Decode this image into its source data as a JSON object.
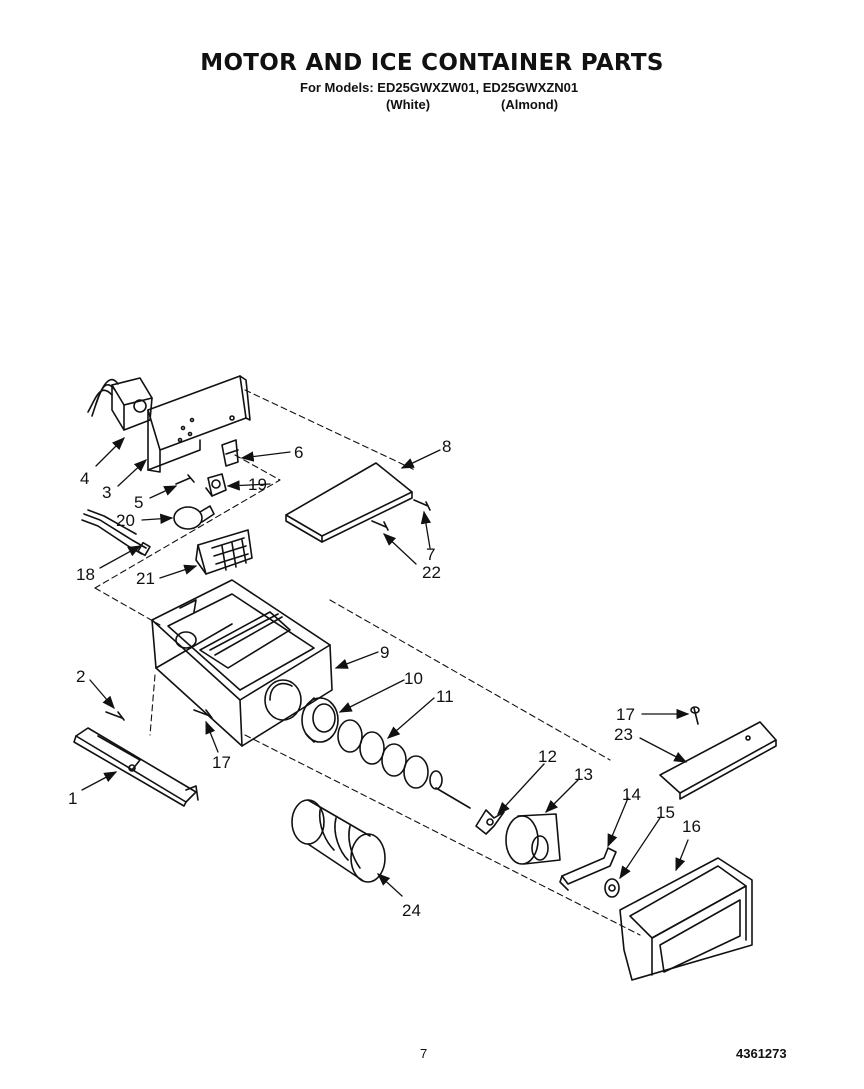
{
  "header": {
    "title": "MOTOR AND ICE CONTAINER PARTS",
    "models_line": "For Models: ED25GWXZW01, ED25GWXZN01",
    "color_white": "(White)",
    "color_almond": "(Almond)"
  },
  "callouts": [
    {
      "id": "c1",
      "label": "1"
    },
    {
      "id": "c2",
      "label": "2"
    },
    {
      "id": "c3",
      "label": "3"
    },
    {
      "id": "c4",
      "label": "4"
    },
    {
      "id": "c5",
      "label": "5"
    },
    {
      "id": "c6",
      "label": "6"
    },
    {
      "id": "c7",
      "label": "7"
    },
    {
      "id": "c8",
      "label": "8"
    },
    {
      "id": "c9",
      "label": "9"
    },
    {
      "id": "c10",
      "label": "10"
    },
    {
      "id": "c11",
      "label": "11"
    },
    {
      "id": "c12",
      "label": "12"
    },
    {
      "id": "c13",
      "label": "13"
    },
    {
      "id": "c14",
      "label": "14"
    },
    {
      "id": "c15",
      "label": "15"
    },
    {
      "id": "c16",
      "label": "16"
    },
    {
      "id": "c17a",
      "label": "17"
    },
    {
      "id": "c17b",
      "label": "17"
    },
    {
      "id": "c18",
      "label": "18"
    },
    {
      "id": "c19",
      "label": "19"
    },
    {
      "id": "c20",
      "label": "20"
    },
    {
      "id": "c21",
      "label": "21"
    },
    {
      "id": "c22",
      "label": "22"
    },
    {
      "id": "c23",
      "label": "23"
    },
    {
      "id": "c24",
      "label": "24"
    }
  ],
  "footer": {
    "page_number": "7",
    "document_number": "4361273"
  }
}
